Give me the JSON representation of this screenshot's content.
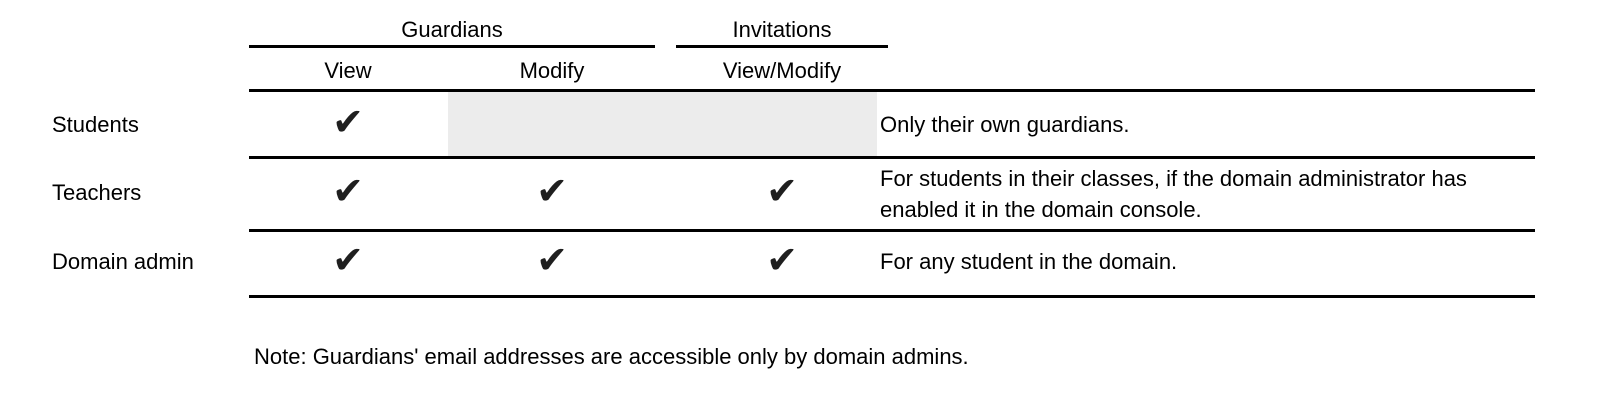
{
  "table": {
    "checkmark": "✔",
    "column_groups": [
      {
        "label": "Guardians"
      },
      {
        "label": "Invitations"
      }
    ],
    "columns": [
      {
        "label": "View"
      },
      {
        "label": "Modify"
      },
      {
        "label": "View/Modify"
      }
    ],
    "rows": [
      {
        "label": "Students",
        "guardians_view": true,
        "guardians_modify": false,
        "invitations_view_modify": false,
        "disabled_cells_shaded": true,
        "note": "Only their own guardians."
      },
      {
        "label": "Teachers",
        "guardians_view": true,
        "guardians_modify": true,
        "invitations_view_modify": true,
        "disabled_cells_shaded": false,
        "note": "For students in their classes, if the domain administrator has enabled it in the domain console."
      },
      {
        "label": "Domain admin",
        "guardians_view": true,
        "guardians_modify": true,
        "invitations_view_modify": true,
        "disabled_cells_shaded": false,
        "note": "For any student in the domain."
      }
    ]
  },
  "footnote": "Note: Guardians' email addresses are accessible only by domain admins.",
  "colors": {
    "text": "#000000",
    "line": "#000000",
    "shade": "#ececec",
    "check": "#1f1f1f",
    "background": "#ffffff"
  }
}
